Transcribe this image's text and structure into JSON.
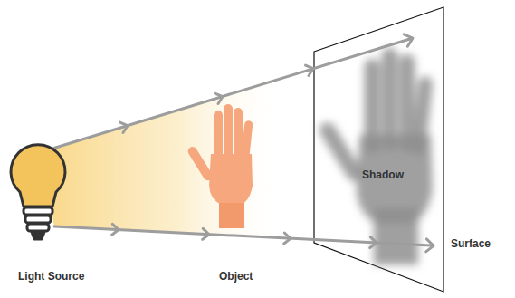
{
  "diagram": {
    "labels": [
      "Light Source",
      "Object",
      "Shadow",
      "Surface"
    ]
  }
}
